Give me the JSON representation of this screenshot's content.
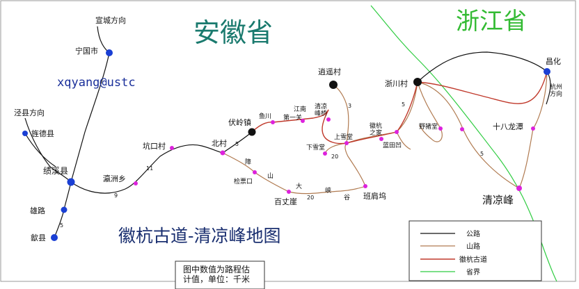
{
  "provinces": {
    "anhui": "安徽省",
    "zhejiang": "浙江省"
  },
  "credit": "xqyang@ustc",
  "map_title": "徽杭古道-清凉峰地图",
  "note": [
    "图中数值为路程估",
    "计值，单位：千米"
  ],
  "colors": {
    "road": "#111111",
    "mountain_road": "#b07a50",
    "ancient_trail": "#c0392b",
    "province_border": "#2ecc40",
    "town_dot": "#1a3fd4",
    "village_dot": "#111111",
    "poi_dot": "#dd22dd"
  },
  "legend": [
    {
      "label": "公路",
      "style": "road"
    },
    {
      "label": "山路",
      "style": "mountain_road"
    },
    {
      "label": "徽杭古道",
      "style": "ancient_trail"
    },
    {
      "label": "省界",
      "style": "province_border"
    }
  ],
  "places": {
    "xuancheng": "宣城方向",
    "ningguo": "宁国市",
    "jingxian": "泾县方向",
    "jingde": "旌德县",
    "jixi": "绩溪县",
    "xionglu": "雄路",
    "shexian": "歙县",
    "linchuan": "瀛洲乡",
    "kengkou": "坑口村",
    "beicun": "北村",
    "fuling": "伏岭镇",
    "yuchuan": "鱼川",
    "jiangnan1": "江南",
    "jiangnan2": "第一关",
    "qingliang_qiao1": "清凉",
    "qingliang_qiao2": "峰桥",
    "xiaoyao": "逍遥村",
    "shangxuetang": "上雪堂",
    "xiaxuetang": "下雪堂",
    "huihang1": "徽杭",
    "huihang2": "之家",
    "landiao": "蓝田凹",
    "zhechuan": "浙川村",
    "yezhutang": "野猪堂",
    "shibalong": "十八龙潭",
    "changhua": "昌化",
    "hangzhou1": "杭州",
    "hangzhou2": "方向",
    "qingliangfeng": "清凉峰",
    "jianpiaokou": "检票口",
    "baizhangya": "百丈崖",
    "banjianwu": "班肩坞",
    "valley": [
      "障",
      "山",
      "大",
      "峡",
      "谷"
    ]
  },
  "distances": {
    "jixi_shexian": "5",
    "jixi_linchuan": "9",
    "linchuan_kengkou": "11",
    "kengkou_beicun": "5",
    "valley": "20",
    "xiaoyao": "3",
    "xuetang": "20",
    "zhechuan_south": "5",
    "qingliang": "5"
  }
}
